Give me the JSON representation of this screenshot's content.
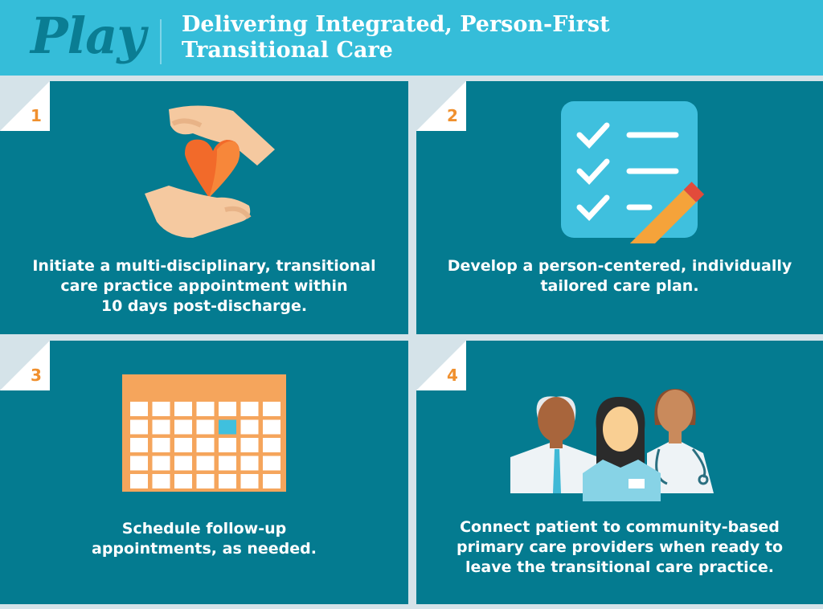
{
  "header": {
    "play": "Play",
    "title_line1": "Delivering Integrated, Person-First",
    "title_line2": "Transitional Care"
  },
  "steps": [
    {
      "number": "1",
      "text_lines": [
        "Initiate a multi-disciplinary, transitional",
        "care practice appointment within",
        "10 days post-discharge."
      ],
      "icon": "hands-heart-icon"
    },
    {
      "number": "2",
      "text_lines": [
        "Develop a person-centered, individually",
        "tailored care plan."
      ],
      "icon": "checklist-pencil-icon"
    },
    {
      "number": "3",
      "text_lines": [
        "Schedule follow-up",
        "appointments, as needed."
      ],
      "icon": "calendar-icon"
    },
    {
      "number": "4",
      "text_lines": [
        "Connect patient to community-based",
        "primary care providers when ready to",
        "leave the transitional care practice."
      ],
      "icon": "care-team-icon"
    }
  ],
  "colors": {
    "header": "#35bdd9",
    "panel": "#047b90",
    "accent": "#f0902e"
  }
}
